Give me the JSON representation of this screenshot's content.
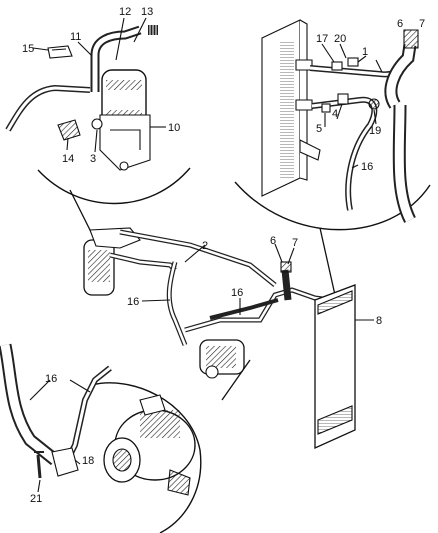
{
  "diagram": {
    "callouts": {
      "c1": "1",
      "c2": "2",
      "c3": "3",
      "c4": "4",
      "c5": "5",
      "c6_top": "6",
      "c6_mid": "6",
      "c7_top": "7",
      "c7_mid": "7",
      "c8": "8",
      "c10": "10",
      "c11": "11",
      "c12": "12",
      "c13": "13",
      "c14": "14",
      "c15": "15",
      "c16_top": "16",
      "c16_a": "16",
      "c16_b": "16",
      "c16_c": "16",
      "c17": "17",
      "c18": "18",
      "c19": "19",
      "c20": "20",
      "c21": "21"
    }
  }
}
